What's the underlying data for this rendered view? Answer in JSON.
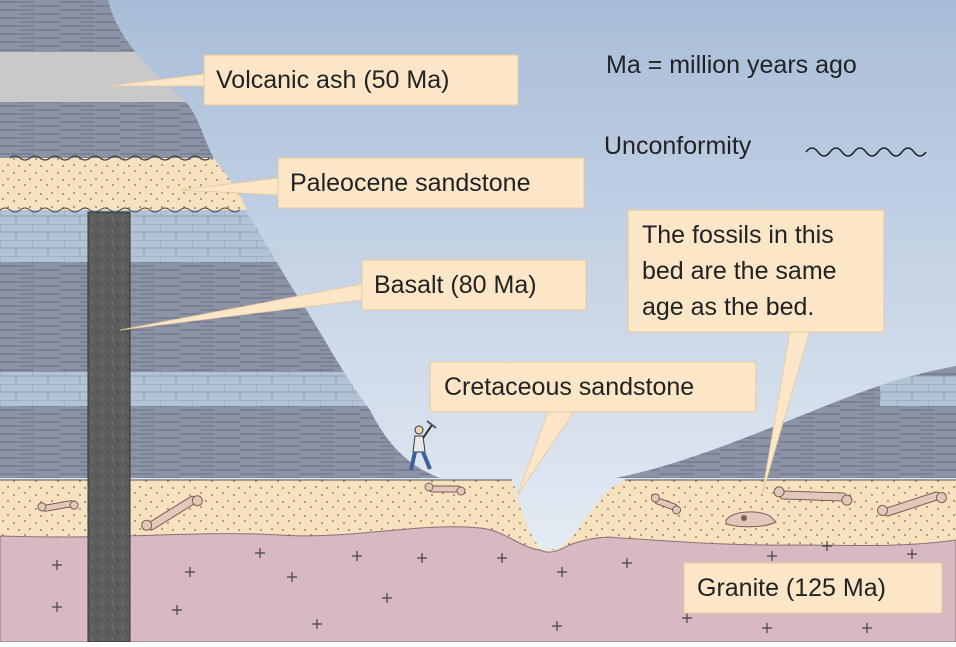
{
  "legend": {
    "ma_definition": "Ma = million years ago",
    "unconformity_label": "Unconformity"
  },
  "labels": {
    "volcanic_ash": "Volcanic ash (50 Ma)",
    "paleocene_sandstone": "Paleocene sandstone",
    "basalt": "Basalt (80 Ma)",
    "cretaceous_sandstone": "Cretaceous sandstone",
    "fossil_note": [
      "The fossils in this",
      "bed are the same",
      "age as the bed."
    ],
    "granite": "Granite (125 Ma)"
  },
  "colors": {
    "sky_top": "#a9bdd8",
    "sky_bottom": "#eef3f8",
    "shale": "#8c93a6",
    "ash": "#c9c9cc",
    "sandstone": "#f6e2bf",
    "limestone": "#b3c3d6",
    "granite": "#d8b9c1",
    "basalt": "#5d5d5d",
    "label_box": "#fbe7c8"
  }
}
